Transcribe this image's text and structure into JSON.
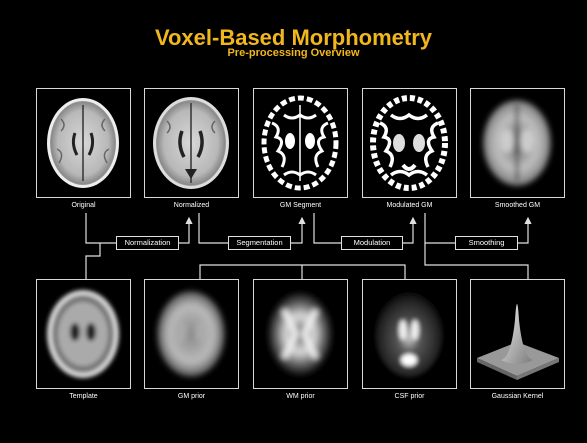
{
  "header": {
    "title": "Voxel-Based Morphometry",
    "subtitle": "Pre-processing Overview"
  },
  "top_panels": [
    {
      "caption": "Original",
      "icon": "brain-mri-original"
    },
    {
      "caption": "Normalized",
      "icon": "brain-mri-normalized"
    },
    {
      "caption": "GM Segment",
      "icon": "brain-gm-segment"
    },
    {
      "caption": "Modulated GM",
      "icon": "brain-modulated-gm"
    },
    {
      "caption": "Smoothed GM",
      "icon": "brain-smoothed-gm"
    }
  ],
  "bottom_panels": [
    {
      "caption": "Template",
      "icon": "brain-template"
    },
    {
      "caption": "GM prior",
      "icon": "brain-gm-prior"
    },
    {
      "caption": "WM prior",
      "icon": "brain-wm-prior"
    },
    {
      "caption": "CSF prior",
      "icon": "brain-csf-prior"
    },
    {
      "caption": "Gaussian Kernel",
      "icon": "gaussian-kernel-surface"
    }
  ],
  "steps": [
    {
      "label": "Normalization"
    },
    {
      "label": "Segmentation"
    },
    {
      "label": "Modulation"
    },
    {
      "label": "Smoothing"
    }
  ],
  "colors": {
    "title": "#f2b71d",
    "background": "#000000",
    "line": "#e0e0e0"
  }
}
